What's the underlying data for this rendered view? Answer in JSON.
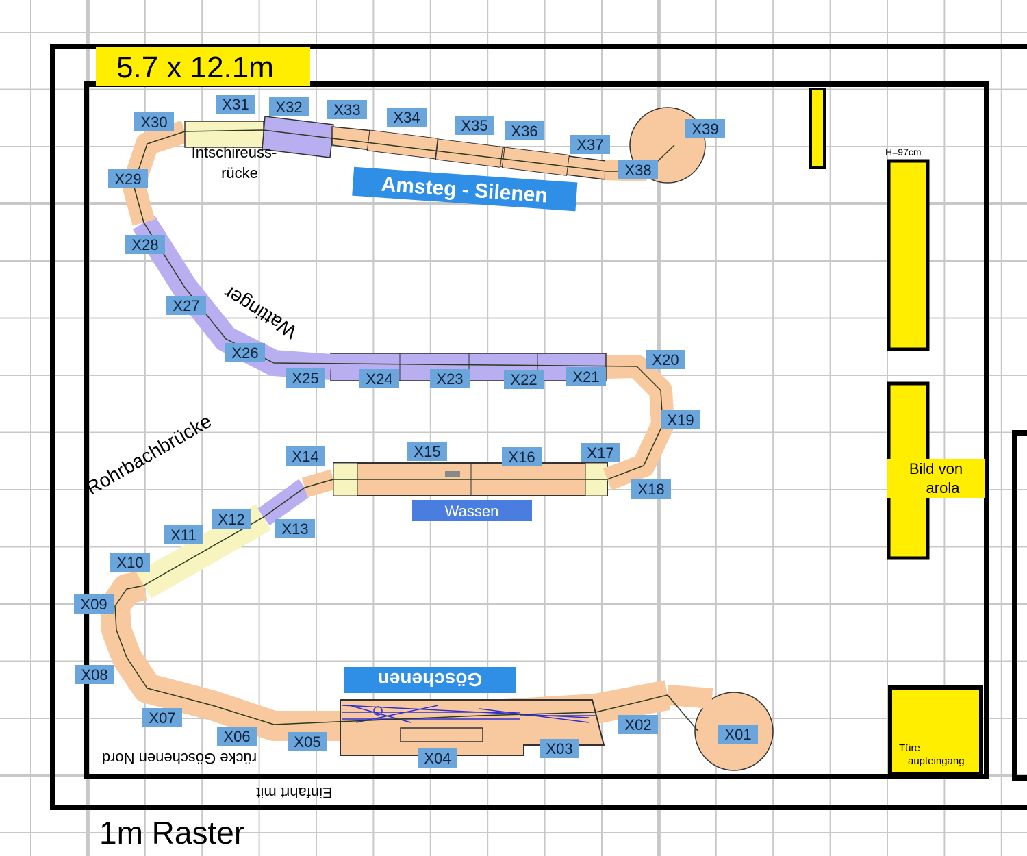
{
  "title": "5.7 x 12.1m",
  "grid_note": "1m Raster",
  "height_note": "H=97cm",
  "labels": {
    "X01": "X01",
    "X02": "X02",
    "X03": "X03",
    "X04": "X04",
    "X05": "X05",
    "X06": "X06",
    "X07": "X07",
    "X08": "X08",
    "X09": "X09",
    "X10": "X10",
    "X11": "X11",
    "X12": "X12",
    "X13": "X13",
    "X14": "X14",
    "X15": "X15",
    "X16": "X16",
    "X17": "X17",
    "X18": "X18",
    "X19": "X19",
    "X20": "X20",
    "X21": "X21",
    "X22": "X22",
    "X23": "X23",
    "X24": "X24",
    "X25": "X25",
    "X26": "X26",
    "X27": "X27",
    "X28": "X28",
    "X29": "X29",
    "X30": "X30",
    "X31": "X31",
    "X32": "X32",
    "X33": "X33",
    "X34": "X34",
    "X35": "X35",
    "X36": "X36",
    "X37": "X37",
    "X38": "X38",
    "X39": "X39"
  },
  "stations": {
    "amsteg": "Amsteg - Silenen",
    "wassen": "Wassen",
    "goeschenen": "Göschenen"
  },
  "features": {
    "intschi_1": "Intschireuss-",
    "intschi_2": "rücke",
    "wattinger": "Wattinger",
    "rohrbach": "Rohrbachbrücke",
    "einfahrt_1": "Einfahrt mit",
    "einfahrt_2": "rücke Göschenen Nord"
  },
  "room": {
    "bild_1": "Bild von",
    "bild_2": "arola",
    "tuere_1": "Türe",
    "tuere_2": "aupteingang"
  },
  "colors": {
    "track_base": "#f8c99e",
    "bridge": "#b9aef0",
    "yellow_seg": "#f8f4c0",
    "label": "#6aa6dc",
    "banner": "#2f8fe6",
    "furniture": "#ffee00"
  }
}
